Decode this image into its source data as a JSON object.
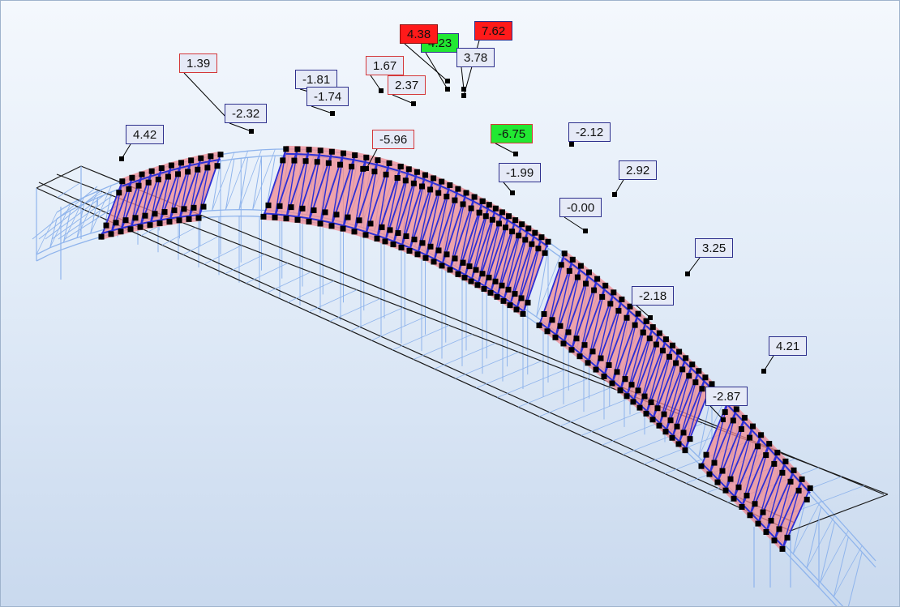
{
  "app": {
    "viewport_name": "3D structural model view"
  },
  "colors": {
    "background_top": "#f4f8fd",
    "background_bottom": "#c9d9ee",
    "frame_members": "#8fb4ec",
    "deck_outline": "#1a1a1a",
    "selected_members": "#2c2fd6",
    "result_fill": "#f08a92",
    "node_marker": "#000000",
    "label_border": "#2d2f8c",
    "label_highlight_border": "#d4373a",
    "max_value_fill": "#ff1a1a",
    "min_value_fill": "#22e832"
  },
  "result_labels": [
    {
      "id": "l1",
      "value": "4.42",
      "style": "normal"
    },
    {
      "id": "l2",
      "value": "1.39",
      "style": "red-border"
    },
    {
      "id": "l3",
      "value": "-2.32",
      "style": "normal"
    },
    {
      "id": "l4",
      "value": "-1.81",
      "style": "normal"
    },
    {
      "id": "l5",
      "value": "-1.74",
      "style": "normal"
    },
    {
      "id": "l6",
      "value": "1.67",
      "style": "red-border"
    },
    {
      "id": "l7",
      "value": "2.37",
      "style": "red-border"
    },
    {
      "id": "l8",
      "value": "4.38",
      "style": "max"
    },
    {
      "id": "l9",
      "value": "4.23",
      "style": "min2"
    },
    {
      "id": "l10",
      "value": "7.62",
      "style": "max2"
    },
    {
      "id": "l11",
      "value": "3.78",
      "style": "normal"
    },
    {
      "id": "l12",
      "value": "-5.96",
      "style": "red-border"
    },
    {
      "id": "l13",
      "value": "-6.75",
      "style": "min"
    },
    {
      "id": "l14",
      "value": "-2.12",
      "style": "normal"
    },
    {
      "id": "l15",
      "value": "-1.99",
      "style": "normal"
    },
    {
      "id": "l16",
      "value": "2.92",
      "style": "normal"
    },
    {
      "id": "l17",
      "value": "-0.00",
      "style": "normal"
    },
    {
      "id": "l18",
      "value": "3.25",
      "style": "normal"
    },
    {
      "id": "l19",
      "value": "-2.18",
      "style": "normal"
    },
    {
      "id": "l20",
      "value": "4.21",
      "style": "normal"
    },
    {
      "id": "l21",
      "value": "-2.87",
      "style": "normal"
    }
  ]
}
